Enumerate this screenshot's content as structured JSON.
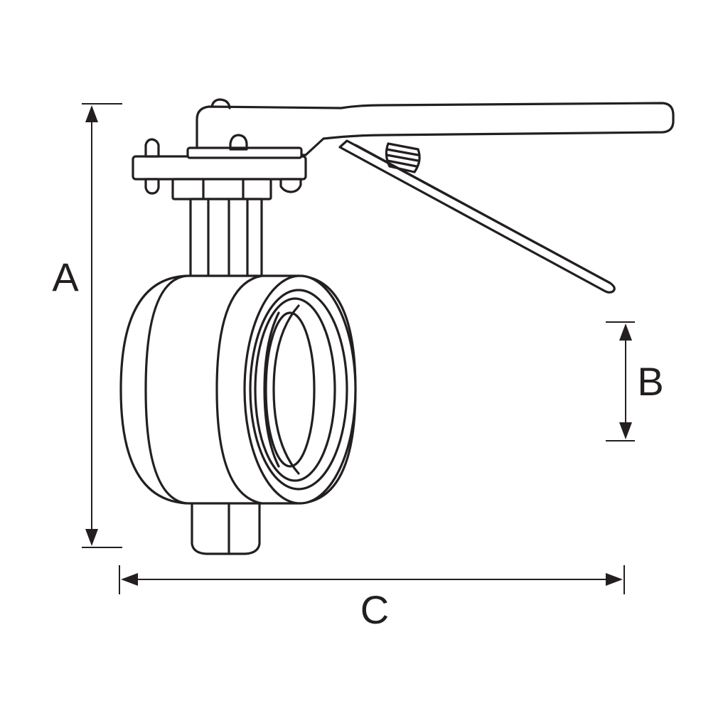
{
  "diagram": {
    "dimensions": {
      "a_label": "A",
      "b_label": "B",
      "c_label": "C"
    },
    "colors": {
      "line": "#231f20",
      "background": "#ffffff"
    }
  }
}
